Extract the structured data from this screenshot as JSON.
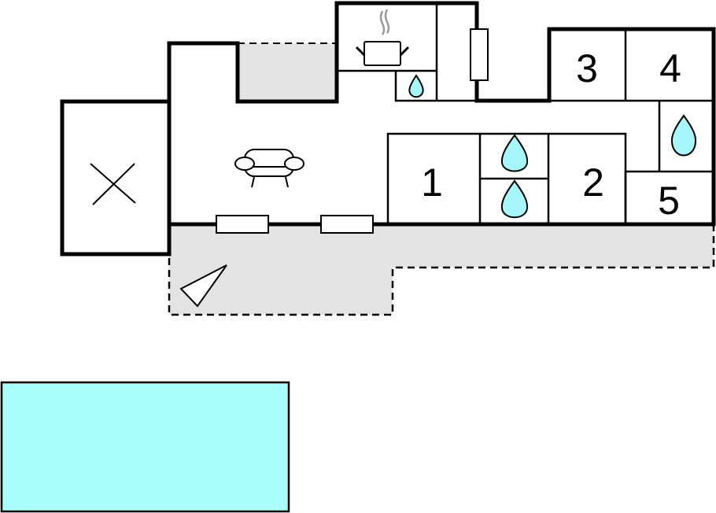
{
  "floorplan": {
    "rooms": [
      {
        "id": "bedroom-1",
        "label": "1"
      },
      {
        "id": "bedroom-2",
        "label": "2"
      },
      {
        "id": "bedroom-3",
        "label": "3"
      },
      {
        "id": "bedroom-4",
        "label": "4"
      },
      {
        "id": "bedroom-5",
        "label": "5"
      }
    ],
    "icons": [
      "fireplace-x-icon",
      "sofa-icon",
      "cooking-pot-icon",
      "water-drop-icon",
      "window-icon",
      "compass-triangle-icon",
      "pool-icon"
    ]
  },
  "colors": {
    "wall": "#000000",
    "terrace": "#e3e3e3",
    "water": "#a6f7fb",
    "pool": "#a8fdfd"
  }
}
